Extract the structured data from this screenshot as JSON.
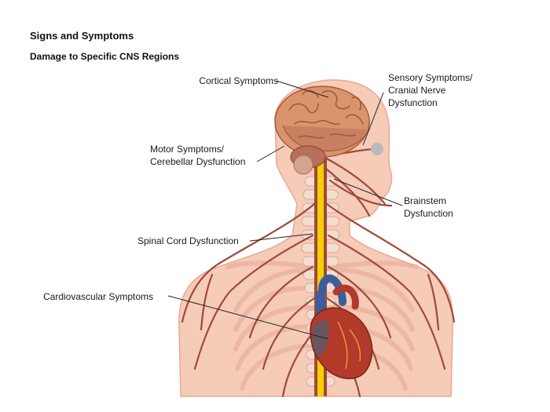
{
  "header": {
    "title": "Signs and Symptoms",
    "subtitle": "Damage to Specific CNS Regions"
  },
  "labels": {
    "cortical": "Cortical Symptoms",
    "sensory_line1": "Sensory Symptoms/",
    "sensory_line2": "Cranial Nerve",
    "sensory_line3": "Dysfunction",
    "motor_line1": "Motor Symptoms/",
    "motor_line2": "Cerebellar Dysfunction",
    "brainstem_line1": "Brainstem",
    "brainstem_line2": "Dysfunction",
    "spinal": "Spinal Cord Dysfunction",
    "cardio": "Cardiovascular Symptoms"
  },
  "colors": {
    "skin": "#f6cbb8",
    "skin_edge": "#e8a994",
    "bone": "#f3dcd0",
    "brain": "#d9946d",
    "brain_fold": "#a45a3a",
    "nerve": "#9e4a3a",
    "spinal_cord": "#f5d000",
    "heart": "#b23a2a",
    "vein": "#3a5f9c",
    "eye": "#b9b9b9",
    "leader": "#222222"
  }
}
